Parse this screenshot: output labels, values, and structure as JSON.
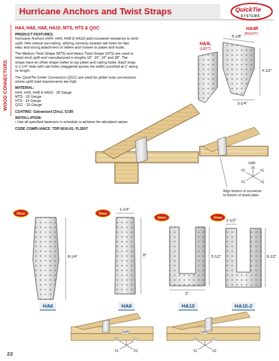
{
  "diagram": {
    "title": "Hurricane Anchors and Twist Straps",
    "nodes": [
      {
        "text": [
          "HA6"
        ]
      },
      {
        "text": [
          "HA8"
        ]
      },
      {
        "text": [
          "HA10"
        ]
      },
      {
        "text": [
          "HA10-2"
        ]
      },
      {
        "text": [
          "New"
        ]
      },
      {
        "text": [
          "New"
        ]
      },
      {
        "text": [
          "New"
        ]
      },
      {
        "text": [
          "New"
        ]
      }
    ],
    "edges": [],
    "labels": [
      "QuickTie",
      "SYSTEMS",
      "WOOD CONNECTORS",
      "HA4, HA6, HA8, HA10, MTS, HTS & QGC",
      "PRODUCT FEATURES:",
      "Hurricane Anchors (HA4, HA6, HA8 & HA10) add increased resistance to wind uplift. HAs reduce toe-nailing, utilizing correctly located nail holes for fast, easy and strong attachment of rafters and trusses to plates and studs.",
      "The Medium Twist Straps (MTS) and Heavy Twist Straps (HTS) are used to resist wind uplift and manufactured in lengths 16\", 20\", 24\" and 28\". The straps have an offset shape (rafter to top plate) and nailing holes. Each strap is 1-1/4\" wide with nail holes (staggered across the width) punched at 1\" along its length.",
      "The QuickTie Girder Connectors (QGC) are used for girder truss connections where uplift load requirements are high.",
      "MATERIAL:",
      "HA4, HA6, HA8 & HA10 - 18 Gauge",
      "MTS - 16 Gauge",
      "HTS - 14 Gauge",
      "QGC - 10 Gauge",
      "COATING: Galvanized (Zinc), G185",
      "INSTALLATION:",
      "• Use all specified fasteners in schedule to achieve the tabulated values",
      "CODE COMPLIANCE: TDP 0010-01; FL3557",
      "HA4R",
      "(RIGHT)",
      "HA4L",
      "(LEFT)",
      "5-1/8\"",
      "4-1/2\"",
      "3-1/4\"",
      "Uplift",
      "F2",
      "F1",
      "F1",
      "F2",
      "Align bottom of connector to bottom of wood plate.",
      "8-1/4\"",
      "1-1/4\"",
      "8\"",
      "5-1/2\"",
      "3\"",
      "2-1/2\"",
      "6-1/2\"",
      "Uplift",
      "F2",
      "F1",
      "F1",
      "F2",
      "Uplift",
      "F2",
      "F1",
      "F1",
      "F2",
      "22"
    ]
  }
}
